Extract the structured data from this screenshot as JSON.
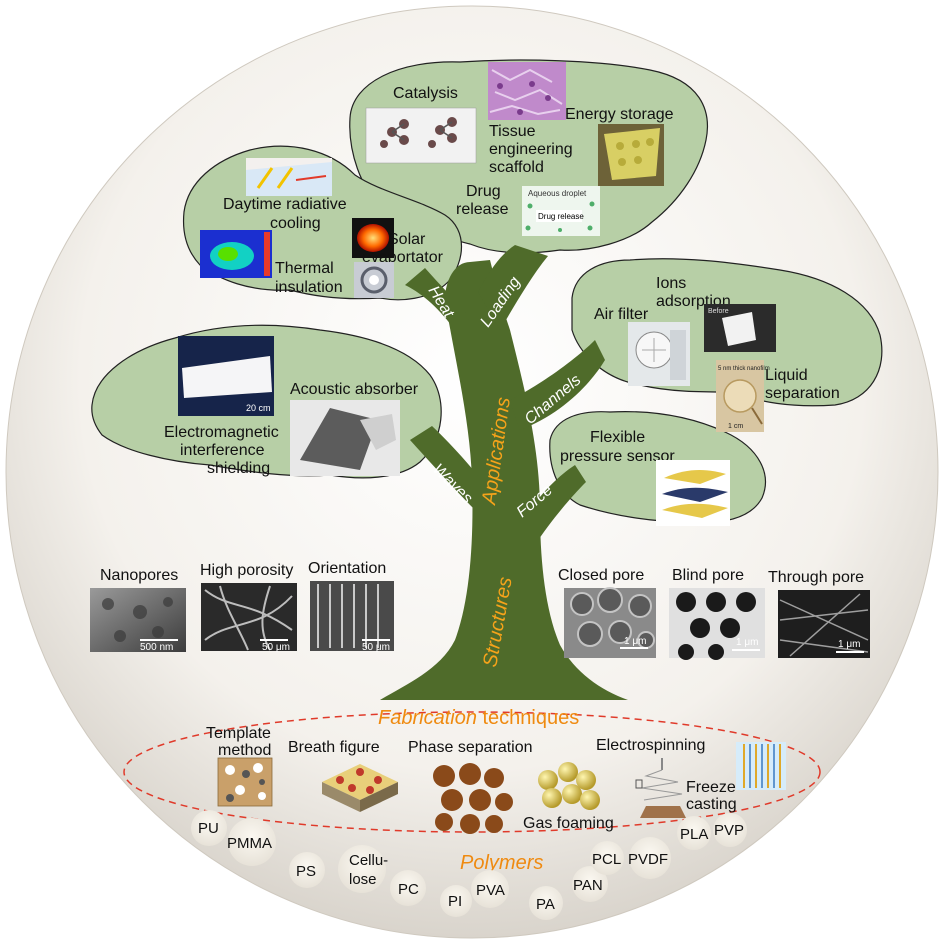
{
  "tree": {
    "trunk_labels": {
      "structures": "Structures",
      "applications": "Applications"
    },
    "branch_labels": {
      "heat": "Heat",
      "loading": "Loading",
      "channels": "Channels",
      "waves": "Waves",
      "force": "Force"
    }
  },
  "applications": {
    "catalysis": "Catalysis",
    "tissue": [
      "Tissue",
      "engineering",
      "scaffold"
    ],
    "energy_storage": "Energy storage",
    "drug_release": [
      "Drug",
      "release"
    ],
    "droplet_caption": "Aqueous droplet",
    "drug_caption": "Drug release",
    "daytime_cooling": [
      "Daytime radiative",
      "cooling"
    ],
    "solar": [
      "Solar",
      "evaportator"
    ],
    "thermal": [
      "Thermal",
      "insulation"
    ],
    "ions": [
      "Ions",
      "adsorption"
    ],
    "air_filter": "Air filter",
    "liquid": [
      "Liquid",
      "separation"
    ],
    "acoustic": "Acoustic absorber",
    "emi": [
      "Electromagnetic",
      "interference",
      "shielding"
    ],
    "flexible": [
      "Flexible",
      "pressure sensor"
    ],
    "before_caption": "Before",
    "scale_20cm": "20 cm",
    "scale_1cm": "1 cm",
    "liquid_caption": "5 nm thick nanofilm"
  },
  "structures": {
    "nanopores": {
      "label": "Nanopores",
      "scale": "500 nm"
    },
    "porosity": {
      "label": "High porosity",
      "scale": "50 μm"
    },
    "orientation": {
      "label": "Orientation",
      "scale": "50 μm"
    },
    "closed": {
      "label": "Closed pore",
      "scale": "1 μm"
    },
    "blind": {
      "label": "Blind pore",
      "scale": "1 μm"
    },
    "through": {
      "label": "Through pore",
      "scale": "1 μm"
    }
  },
  "fabrication": {
    "title_italic": "Fabrication",
    "title_rest": " techniques",
    "template": [
      "Template",
      "method"
    ],
    "breath": "Breath figure",
    "phase": "Phase separation",
    "electro": "Electrospinning",
    "gas": "Gas foaming",
    "freeze": [
      "Freeze",
      "casting"
    ]
  },
  "polymers": {
    "title": "Polymers",
    "items": {
      "pu": "PU",
      "pmma": "PMMA",
      "ps": "PS",
      "cellulose": [
        "Cellu-",
        "lose"
      ],
      "pc": "PC",
      "pi": "PI",
      "pva": "PVA",
      "pa": "PA",
      "pan": "PAN",
      "pcl": "PCL",
      "pvdf": "PVDF",
      "pla": "PLA",
      "pvp": "PVP"
    }
  },
  "colors": {
    "tree": "#4f6b2a",
    "leaf": "#b7cfa6",
    "accent": "#f5a31a",
    "dash": "#e03a2a"
  }
}
